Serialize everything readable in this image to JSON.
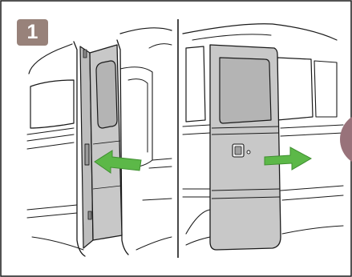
{
  "step": {
    "number": "1"
  },
  "colors": {
    "badge": "#98827a",
    "door_fill": "#c8c8c8",
    "arrow_green": "#5cb848",
    "next_step_circle": "#98727a",
    "line": "#1a1a1a"
  },
  "panels": [
    {
      "id": "door-open",
      "icons": [
        "van-body",
        "sliding-door-open",
        "push-arrow-icon"
      ]
    },
    {
      "id": "door-closed",
      "icons": [
        "van-body",
        "sliding-door-closed",
        "door-handle-icon",
        "slide-arrow-icon"
      ]
    }
  ]
}
